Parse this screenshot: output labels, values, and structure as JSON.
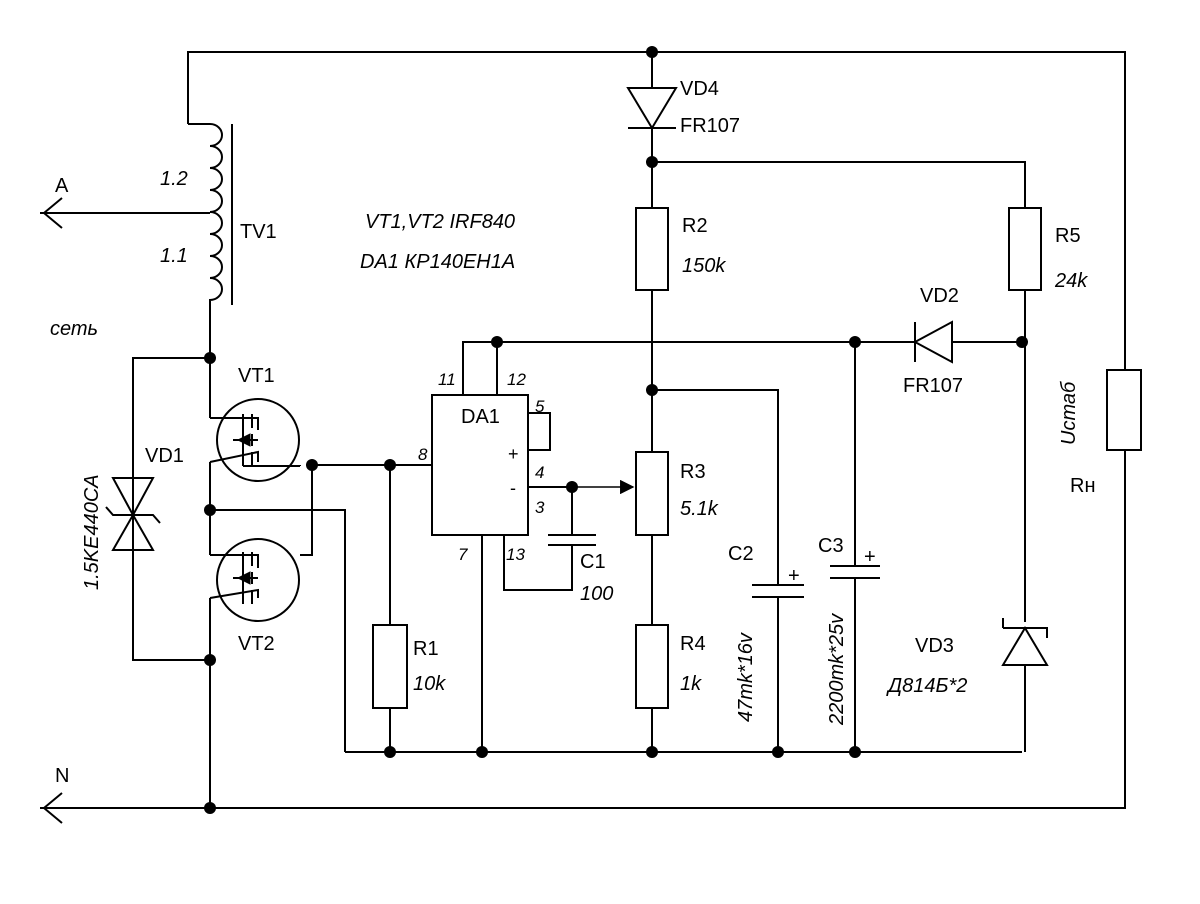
{
  "notes": {
    "transistors": "VT1,VT2 IRF840",
    "regulator": "DA1 КР140ЕН1А"
  },
  "terminals": {
    "phase": "A",
    "neutral": "N",
    "mains": "сеть"
  },
  "tv1": {
    "ref": "TV1",
    "tap_upper": "1.2",
    "tap_lower": "1.1"
  },
  "vd1": {
    "ref": "VD1",
    "part": "1.5KE440CA"
  },
  "vt1": {
    "ref": "VT1"
  },
  "vt2": {
    "ref": "VT2"
  },
  "da1": {
    "ref": "DA1",
    "pins": [
      "11",
      "12",
      "5",
      "8",
      "4",
      "3",
      "7",
      "13"
    ],
    "plus": "+",
    "minus": "-"
  },
  "vd4": {
    "ref": "VD4",
    "part": "FR107"
  },
  "vd2": {
    "ref": "VD2",
    "part": "FR107"
  },
  "vd3": {
    "ref": "VD3",
    "part": "Д814Б*2"
  },
  "r1": {
    "ref": "R1",
    "value": "10k"
  },
  "r2": {
    "ref": "R2",
    "value": "150k"
  },
  "r3": {
    "ref": "R3",
    "value": "5.1k"
  },
  "r4": {
    "ref": "R4",
    "value": "1k"
  },
  "r5": {
    "ref": "R5",
    "value": "24k"
  },
  "c1": {
    "ref": "C1",
    "value": "100"
  },
  "c2": {
    "ref": "C2",
    "value": "47mk*16v",
    "polarity": "+"
  },
  "c3": {
    "ref": "C3",
    "value": "2200mk*25v",
    "polarity": "+"
  },
  "load": {
    "ref": "Rн",
    "voltage": "Uстаб"
  }
}
